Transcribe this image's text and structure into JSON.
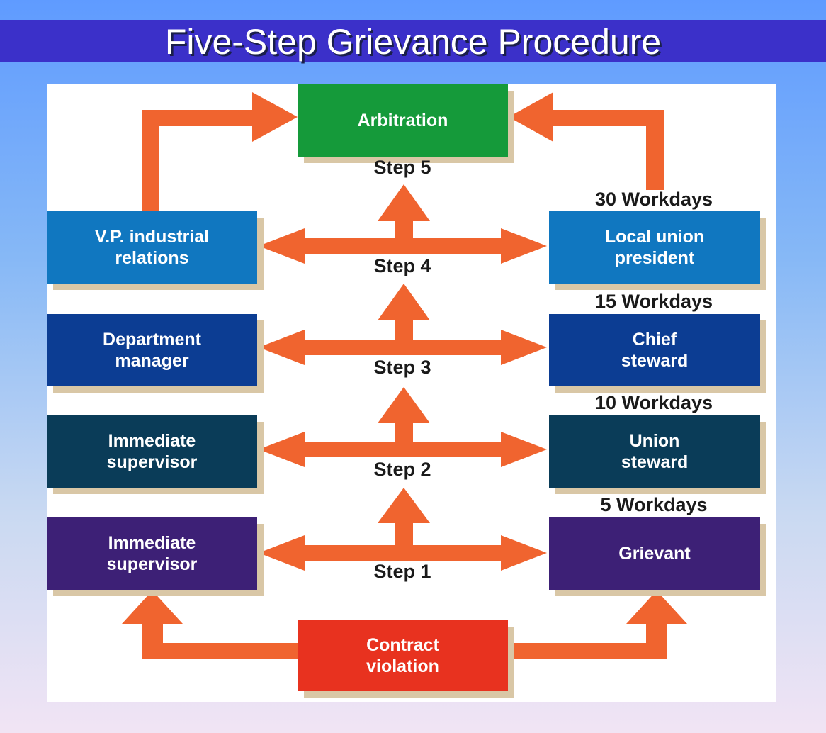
{
  "title": "Five-Step Grievance Procedure",
  "colors": {
    "arrow": "#f0642f",
    "arbitration": "#159a3a",
    "vp": "#1077c0",
    "dept": "#0c3d93",
    "supervisor2": "#0a3c58",
    "step1": "#3d2076",
    "contract": "#e8321f",
    "shadow": "#d9c7a6"
  },
  "boxes": {
    "arbitration": "Arbitration",
    "vp_industrial_relations": "V.P. industrial relations",
    "local_union_president": "Local union president",
    "department_manager": "Department manager",
    "chief_steward": "Chief steward",
    "immediate_supervisor_2": "Immediate supervisor",
    "union_steward": "Union steward",
    "immediate_supervisor_1": "Immediate supervisor",
    "grievant": "Grievant",
    "contract_violation": "Contract violation"
  },
  "steps": [
    "Step 1",
    "Step 2",
    "Step 3",
    "Step 4",
    "Step 5"
  ],
  "workdays": [
    "5 Workdays",
    "10 Workdays",
    "15 Workdays",
    "30 Workdays"
  ]
}
